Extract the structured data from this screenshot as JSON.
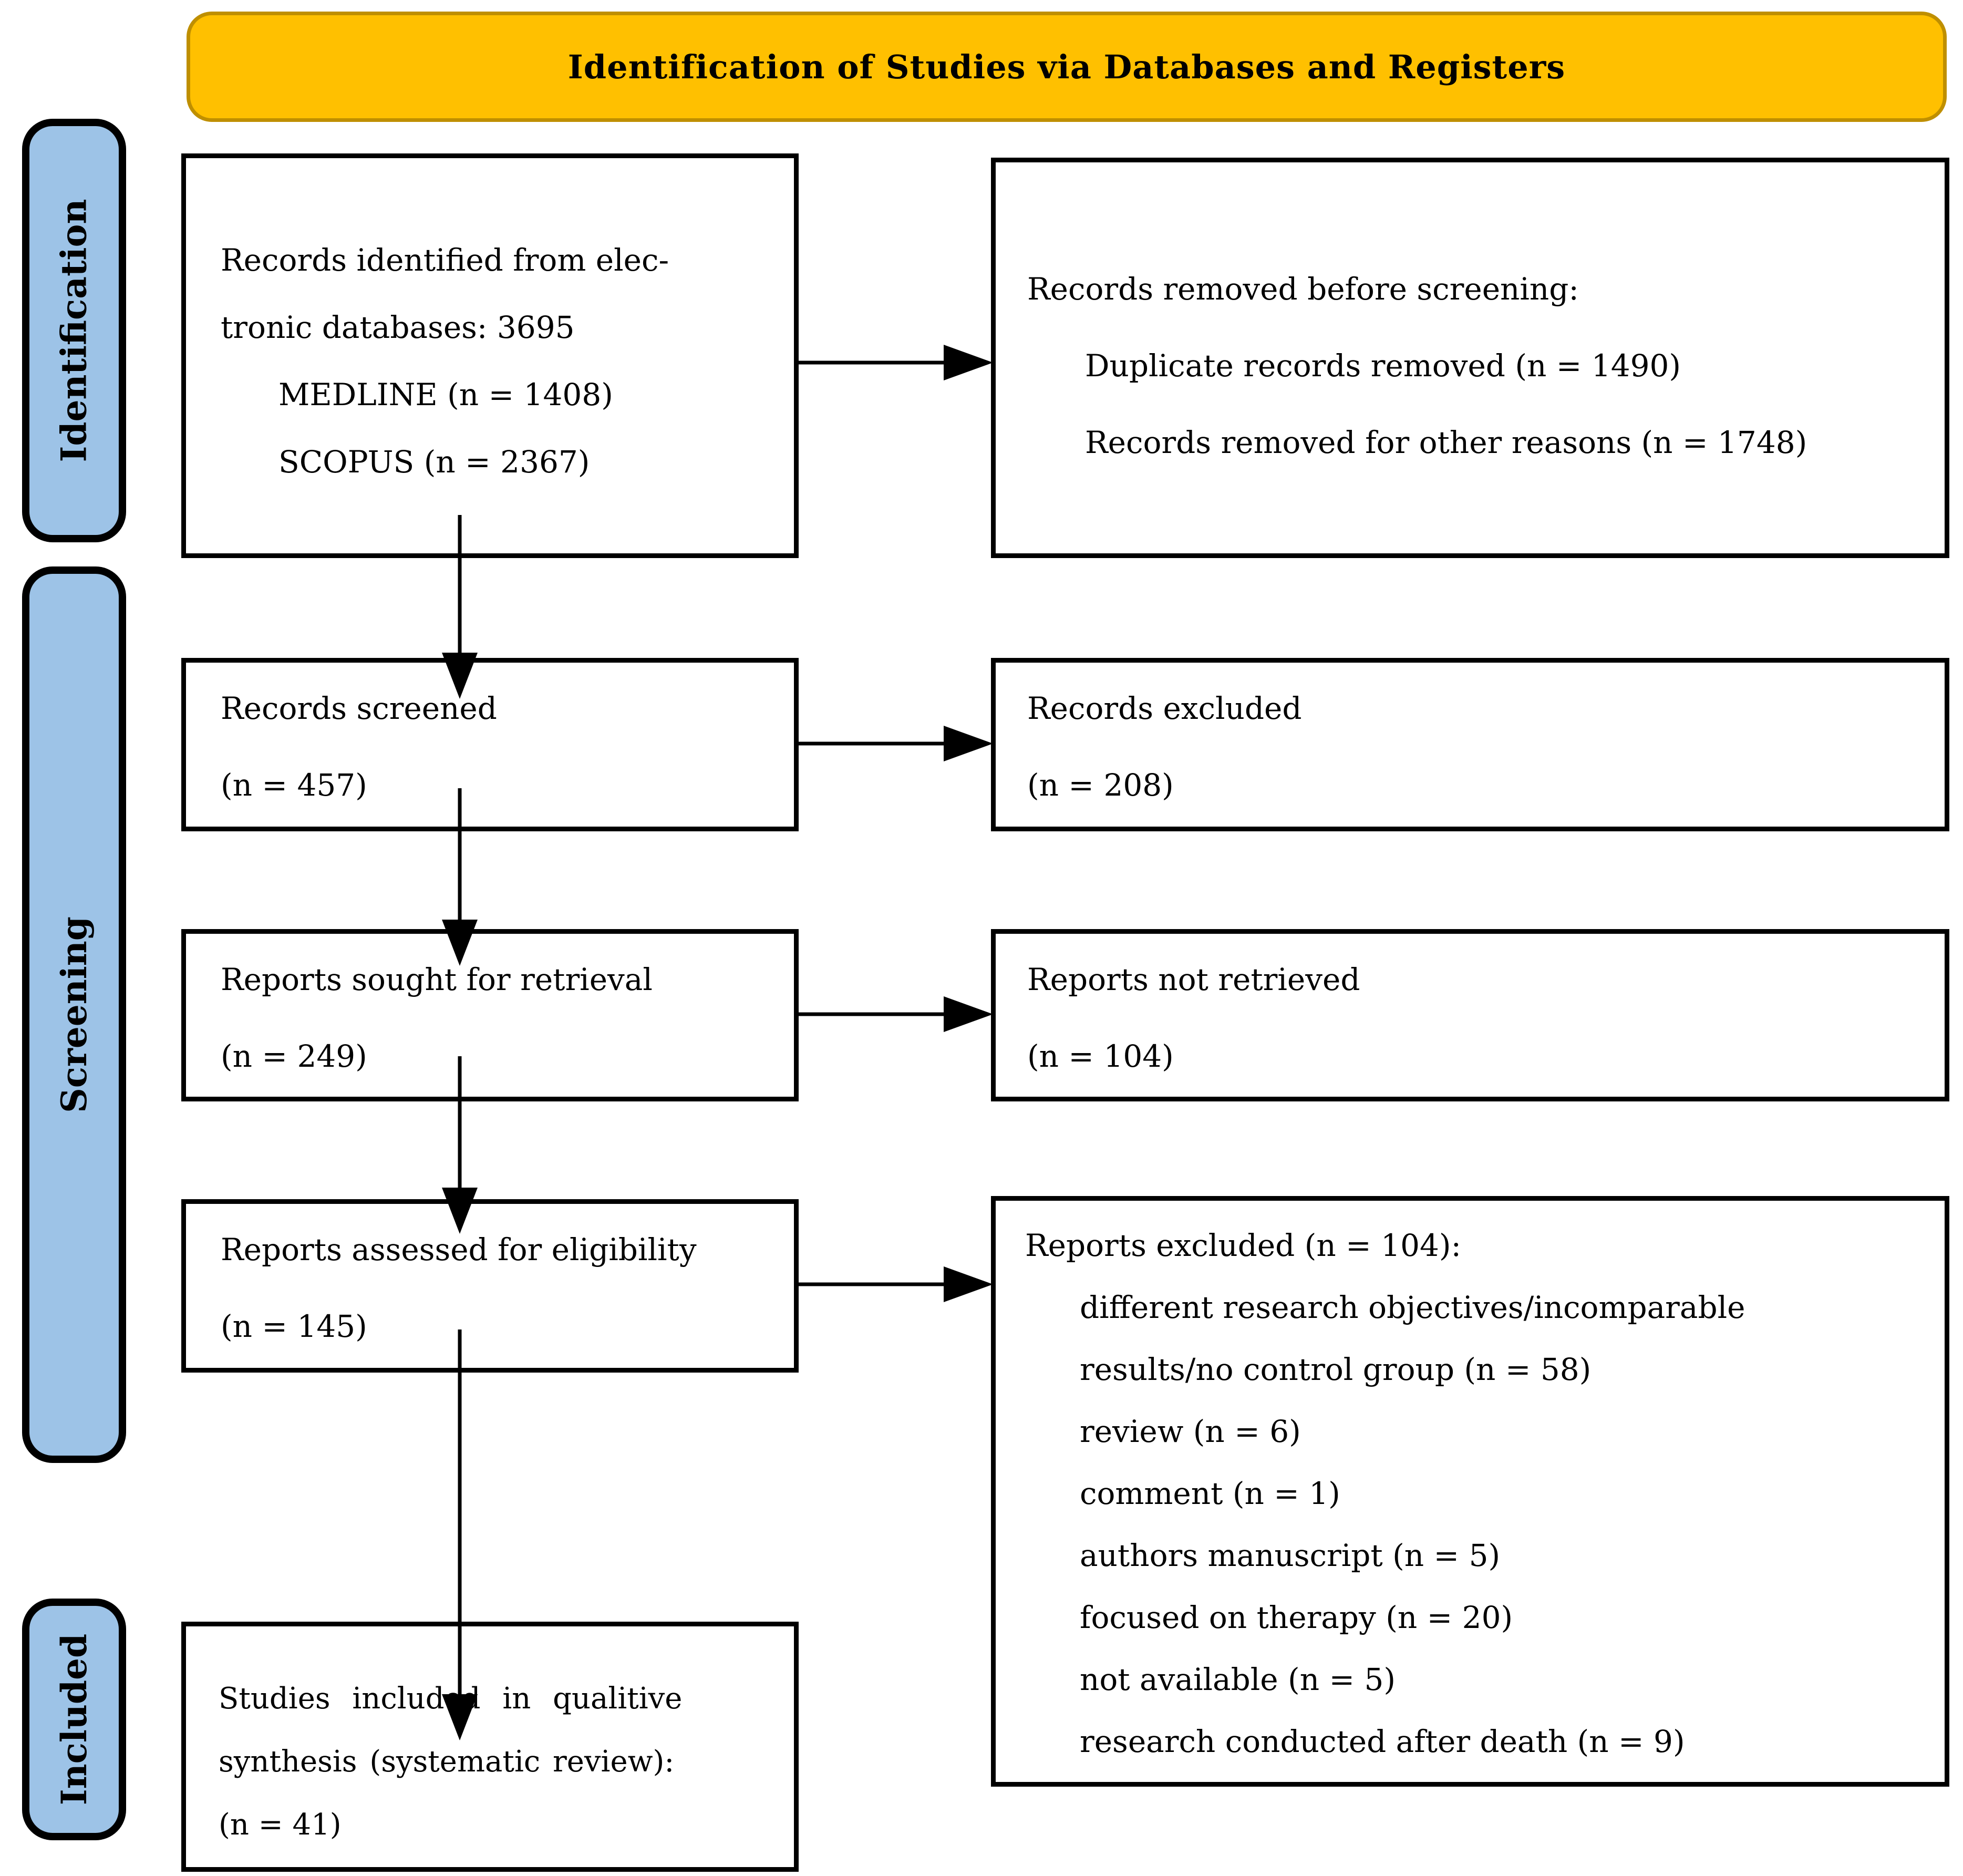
{
  "title": "Identification of Studies via Databases and Registers",
  "stages": [
    {
      "label": "Identification"
    },
    {
      "label": "Screening"
    },
    {
      "label": "Included"
    }
  ],
  "boxes": {
    "identified": {
      "lines": [
        "Records identified from elec-",
        "tronic databases: 3695",
        "MEDLINE (n = 1408)",
        "SCOPUS (n = 2367)"
      ]
    },
    "removed_before_screening": {
      "lines": [
        "Records removed before screening:",
        "Duplicate records removed (n = 1490)",
        "Records removed for other reasons (n = 1748)"
      ]
    },
    "screened": {
      "lines": [
        "Records screened",
        "(n = 457)"
      ]
    },
    "excluded": {
      "lines": [
        "Records excluded",
        "(n = 208)"
      ]
    },
    "sought": {
      "lines": [
        "Reports sought for retrieval",
        "(n = 249)"
      ]
    },
    "not_retrieved": {
      "lines": [
        "Reports not retrieved",
        "(n = 104)"
      ]
    },
    "assessed": {
      "lines": [
        "Reports assessed for eligibility",
        "(n = 145)"
      ]
    },
    "reports_excluded": {
      "lines": [
        "Reports excluded (n = 104):",
        "different research objectives/incomparable",
        "results/no control group (n = 58)",
        "review (n = 6)",
        "comment (n = 1)",
        "authors manuscript (n = 5)",
        "focused on therapy (n = 20)",
        "not available (n = 5)",
        "research conducted after death (n = 9)"
      ]
    },
    "included_studies": {
      "lines": [
        "Studies included in qualitive",
        "synthesis (systematic review):",
        "(n = 41)"
      ]
    }
  },
  "colors": {
    "banner_fill": "#FFC000",
    "banner_border": "#BF8F00",
    "stage_fill": "#9DC3E7",
    "stage_border": "#000000",
    "box_border": "#000000",
    "arrow": "#000000"
  }
}
